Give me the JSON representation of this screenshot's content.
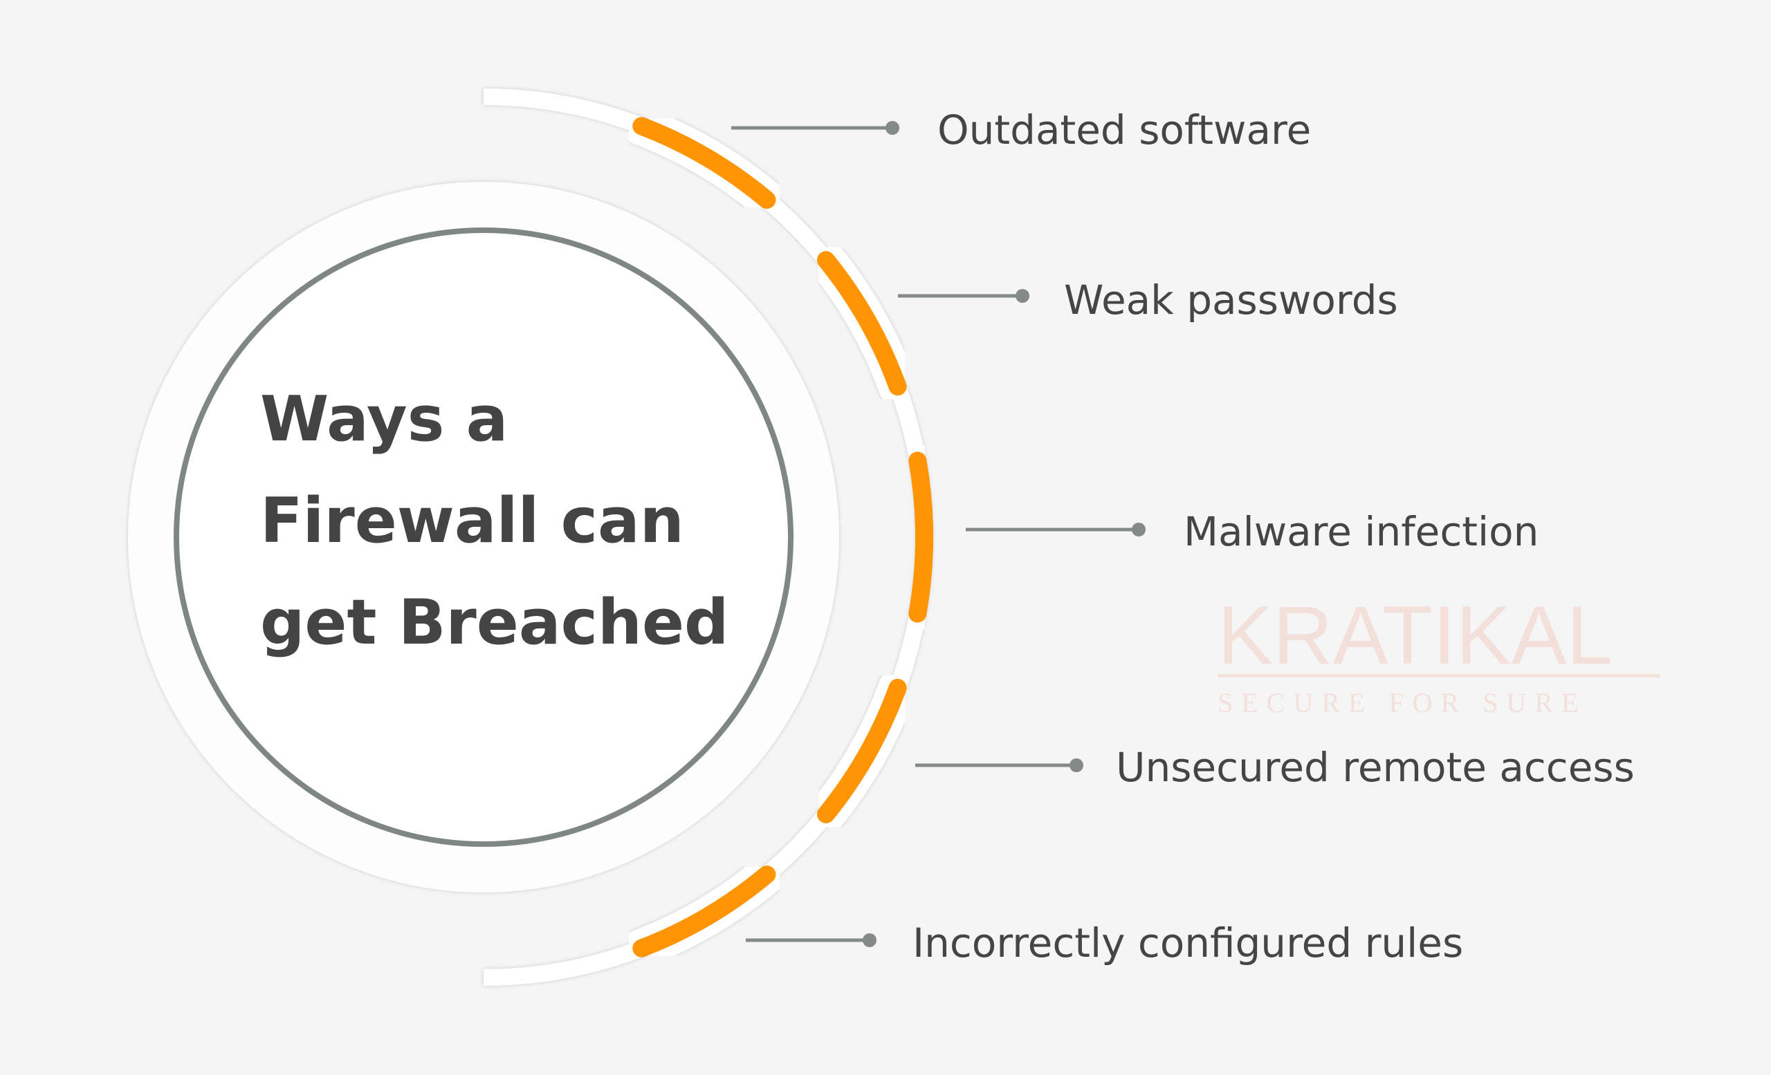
{
  "title": {
    "lines": [
      "Ways a",
      "Firewall can",
      "get Breached"
    ]
  },
  "items": [
    {
      "label": "Outdated software"
    },
    {
      "label": "Weak passwords"
    },
    {
      "label": "Malware infection"
    },
    {
      "label": "Unsecured remote access"
    },
    {
      "label": "Incorrectly configured rules"
    }
  ],
  "watermark": {
    "main": "KRATIKAL",
    "tagline": "SECURE FOR SURE"
  },
  "colors": {
    "accent_start": "#ee7f1f",
    "accent_end": "#ff9505",
    "connector": "#848a88",
    "ring": "#7f8784",
    "text": "#454545"
  }
}
